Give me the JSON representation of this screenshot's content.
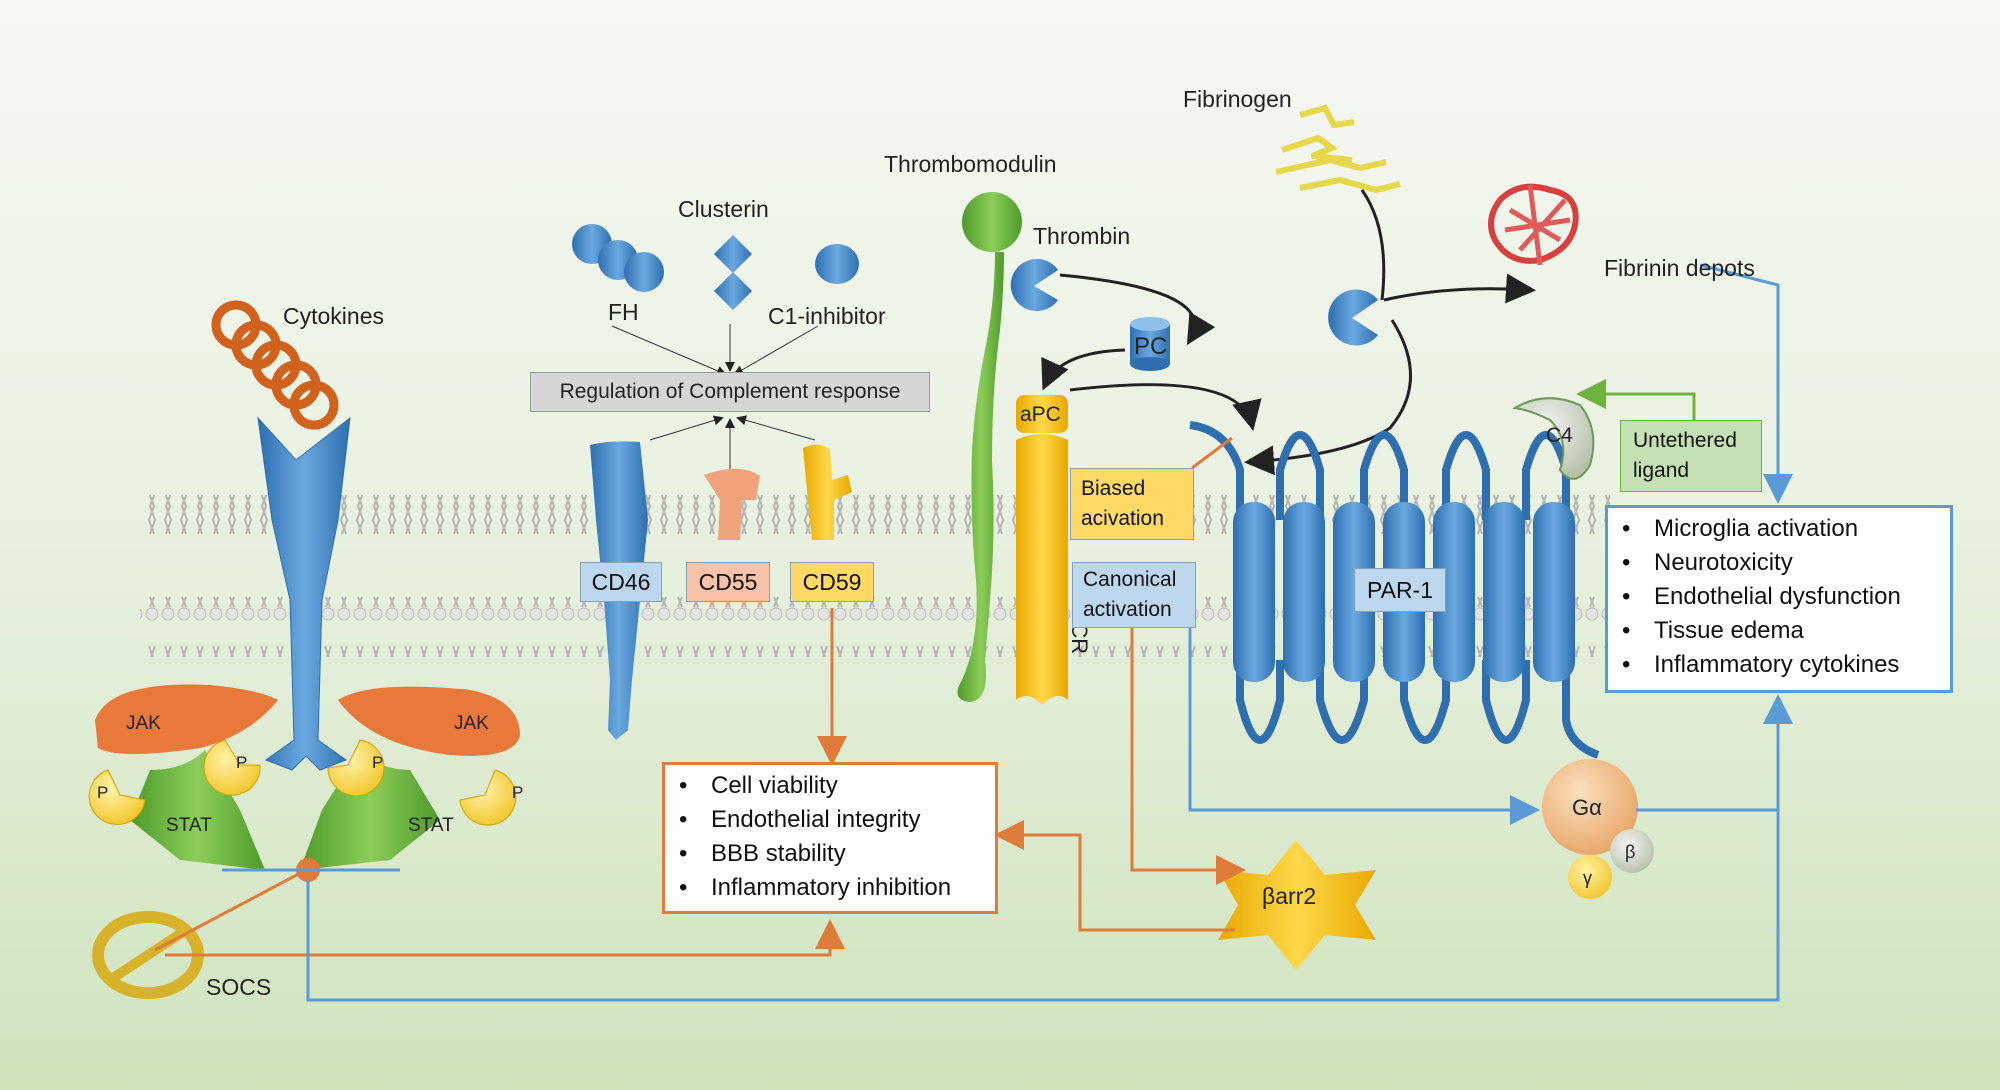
{
  "labels": {
    "cytokines": "Cytokines",
    "clusterin": "Clusterin",
    "fh": "FH",
    "c1_inhibitor": "C1-inhibitor",
    "thrombomodulin": "Thrombomodulin",
    "thrombin": "Thrombin",
    "fibrinogen": "Fibrinogen",
    "fibrinin_depots": "Fibrinin depots",
    "pc": "PC",
    "apc": "aPC",
    "epcr": "EPCR",
    "par1": "PAR-1",
    "c4": "C4",
    "jak_left": "JAK",
    "jak_right": "JAK",
    "stat_left": "STAT",
    "stat_right": "STAT",
    "p": "P",
    "socs": "SOCS",
    "barr2": "βarr2",
    "g_alpha": "Gα",
    "g_beta": "β",
    "g_gamma": "γ"
  },
  "regulation_box": "Regulation of Complement response",
  "receptors": {
    "cd46": "CD46",
    "cd55": "CD55",
    "cd59": "CD59"
  },
  "activation": {
    "biased": "Biased acivation",
    "canonical": "Canonical activation"
  },
  "untethered_ligand": "Untethered ligand",
  "protective_effects": [
    "Cell viability",
    "Endothelial integrity",
    "BBB stability",
    "Inflammatory inhibition"
  ],
  "harmful_effects": [
    "Microglia activation",
    "Neurotoxicity",
    "Endothelial dysfunction",
    "Tissue edema",
    "Inflammatory cytokines"
  ],
  "colors": {
    "membrane": "#b8b8b8",
    "blue_protein": "#4a86c8",
    "orange_arrow": "#e07b39",
    "blue_line": "#5b9bd5",
    "green": "#6fb33f",
    "yellow": "#f5c518"
  }
}
